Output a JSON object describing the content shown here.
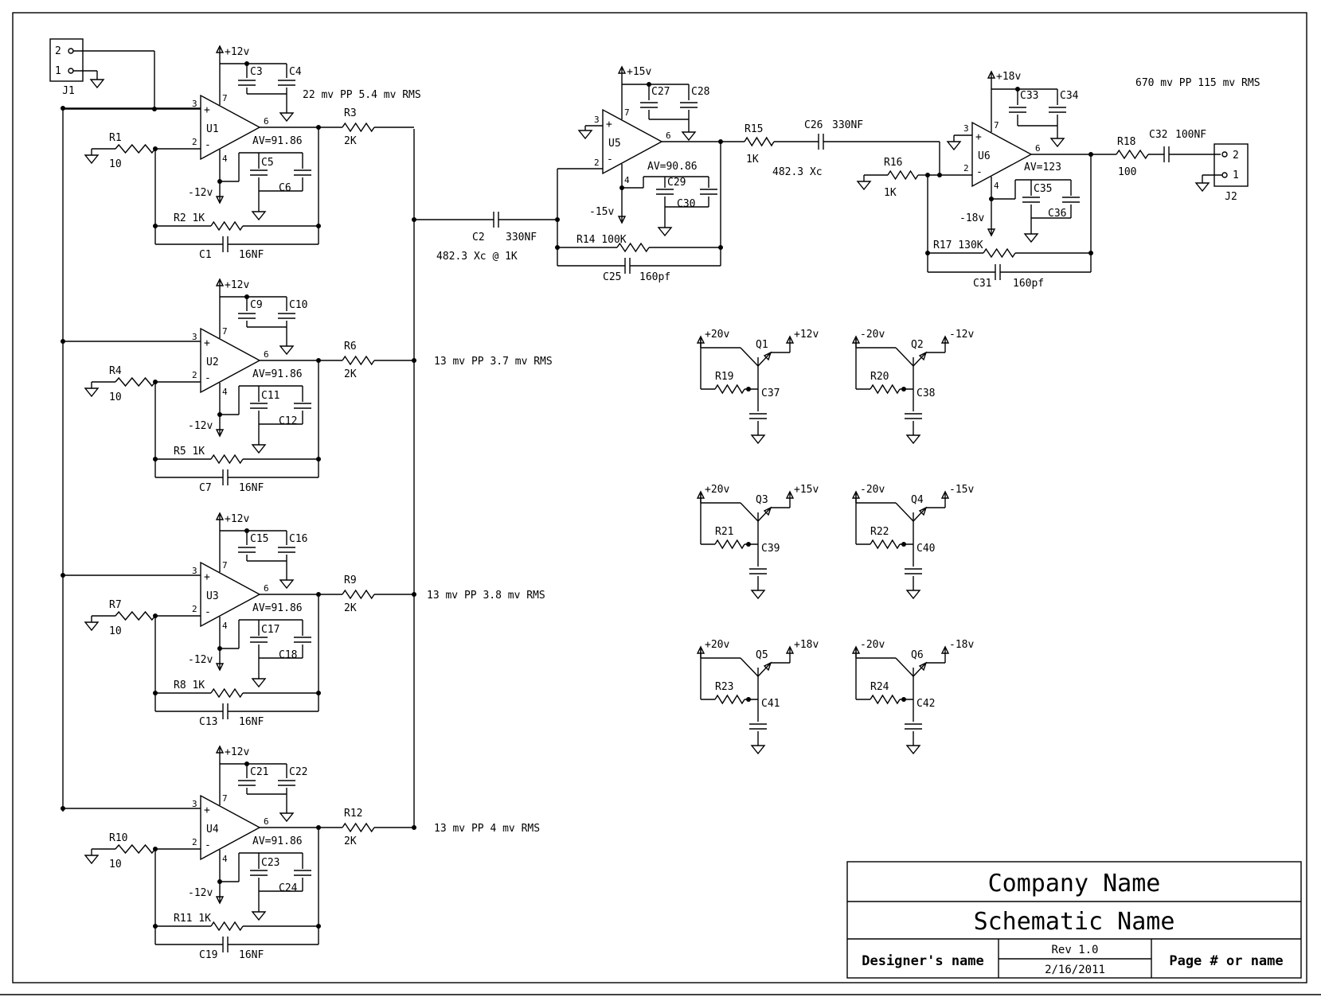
{
  "input_connector": {
    "ref": "J1",
    "pins": [
      "2",
      "1"
    ]
  },
  "output_connector": {
    "ref": "J2",
    "pins": [
      "2",
      "1"
    ]
  },
  "stages": [
    {
      "op": "U1",
      "gain": "AV=91.86",
      "vpos": "+12v",
      "vneg": "-12v",
      "c_top_a": "C3",
      "c_top_b": "C4",
      "c_bot_a": "C5",
      "c_bot_b": "C6",
      "rin": "R1",
      "rin_val": "10",
      "rf": "R2  1K",
      "cf": "C1",
      "cf_val": "16NF",
      "rout": "R3",
      "rout_val": "2K",
      "note": "22 mv PP  5.4 mv RMS",
      "pin_plus": "3",
      "pin_minus": "2",
      "pin_out": "6",
      "pin_v": "7",
      "pin_g": "4"
    },
    {
      "op": "U2",
      "gain": "AV=91.86",
      "vpos": "+12v",
      "vneg": "-12v",
      "c_top_a": "C9",
      "c_top_b": "C10",
      "c_bot_a": "C11",
      "c_bot_b": "C12",
      "rin": "R4",
      "rin_val": "10",
      "rf": "R5  1K",
      "cf": "C7",
      "cf_val": "16NF",
      "rout": "R6",
      "rout_val": "2K",
      "note": "13 mv PP  3.7 mv RMS",
      "pin_plus": "3",
      "pin_minus": "2",
      "pin_out": "6",
      "pin_v": "7",
      "pin_g": "4"
    },
    {
      "op": "U3",
      "gain": "AV=91.86",
      "vpos": "+12v",
      "vneg": "-12v",
      "c_top_a": "C15",
      "c_top_b": "C16",
      "c_bot_a": "C17",
      "c_bot_b": "C18",
      "rin": "R7",
      "rin_val": "10",
      "rf": "R8  1K",
      "cf": "C13",
      "cf_val": "16NF",
      "rout": "R9",
      "rout_val": "2K",
      "note": "13 mv PP  3.8 mv RMS",
      "pin_plus": "3",
      "pin_minus": "2",
      "pin_out": "6",
      "pin_v": "7",
      "pin_g": "4"
    },
    {
      "op": "U4",
      "gain": "AV=91.86",
      "vpos": "+12v",
      "vneg": "-12v",
      "c_top_a": "C21",
      "c_top_b": "C22",
      "c_bot_a": "C23",
      "c_bot_b": "C24",
      "rin": "R10",
      "rin_val": "10",
      "rf": "R11 1K",
      "cf": "C19",
      "cf_val": "16NF",
      "rout": "R12",
      "rout_val": "2K",
      "note": "13 mv PP  4 mv RMS",
      "pin_plus": "3",
      "pin_minus": "2",
      "pin_out": "6",
      "pin_v": "7",
      "pin_g": "4"
    }
  ],
  "coupling": {
    "ref": "C2",
    "val": "330NF",
    "note": "482.3 Xc @ 1K"
  },
  "stage5": {
    "op": "U5",
    "gain": "AV=90.86",
    "vpos": "+15v",
    "vneg": "-15v",
    "c_top_a": "C27",
    "c_top_b": "C28",
    "c_bot_a": "C29",
    "c_bot_b": "C30",
    "rf": "R14 100K",
    "cf": "C25",
    "cf_val": "160pf",
    "rout": "R15",
    "rout_val": "1K",
    "cc": "C26",
    "cc_val": "330NF",
    "cc_note": "482.3 Xc",
    "pin_plus": "3",
    "pin_minus": "2",
    "pin_out": "6",
    "pin_v": "7",
    "pin_g": "4"
  },
  "stage6": {
    "op": "U6",
    "gain": "AV=123",
    "vpos": "+18v",
    "vneg": "-18v",
    "c_top_a": "C33",
    "c_top_b": "C34",
    "c_bot_a": "C35",
    "c_bot_b": "C36",
    "rin": "R16",
    "rin_val": "1K",
    "rf": "R17 130K",
    "cf": "C31",
    "cf_val": "160pf",
    "rout": "R18",
    "rout_val": "100",
    "cc": "C32",
    "cc_val": "100NF",
    "note": "670 mv PP  115 mv RMS",
    "pin_plus": "3",
    "pin_minus": "2",
    "pin_out": "6",
    "pin_v": "7",
    "pin_g": "4"
  },
  "regulators": [
    {
      "q": "Q1",
      "r": "R19",
      "c": "C37",
      "vin": "+20v",
      "vout": "+12v"
    },
    {
      "q": "Q2",
      "r": "R20",
      "c": "C38",
      "vin": "-20v",
      "vout": "-12v"
    },
    {
      "q": "Q3",
      "r": "R21",
      "c": "C39",
      "vin": "+20v",
      "vout": "+15v"
    },
    {
      "q": "Q4",
      "r": "R22",
      "c": "C40",
      "vin": "-20v",
      "vout": "-15v"
    },
    {
      "q": "Q5",
      "r": "R23",
      "c": "C41",
      "vin": "+20v",
      "vout": "+18v"
    },
    {
      "q": "Q6",
      "r": "R24",
      "c": "C42",
      "vin": "-20v",
      "vout": "-18v"
    }
  ],
  "title_block": {
    "company": "Company Name",
    "schematic": "Schematic Name",
    "designer": "Designer's name",
    "rev": "Rev 1.0",
    "date": "2/16/2011",
    "page": "Page # or name"
  },
  "colors": {
    "ink": "#000000",
    "paper": "#ffffff"
  }
}
